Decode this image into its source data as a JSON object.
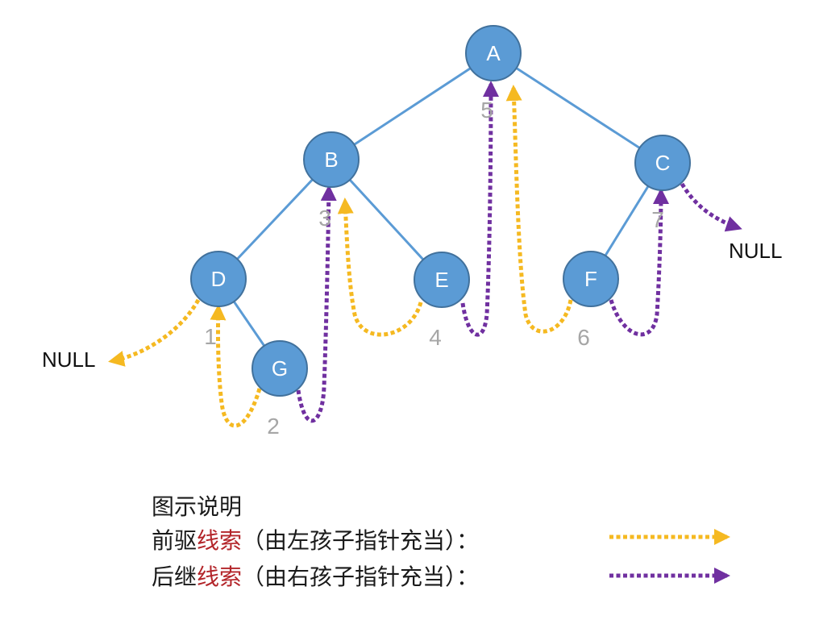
{
  "tree": {
    "edge_color": "#5b9bd5",
    "node_fill": "#5b9bd5",
    "node_stroke": "#41719c",
    "nodes": [
      {
        "id": "A",
        "label": "A"
      },
      {
        "id": "B",
        "label": "B"
      },
      {
        "id": "C",
        "label": "C"
      },
      {
        "id": "D",
        "label": "D"
      },
      {
        "id": "E",
        "label": "E"
      },
      {
        "id": "F",
        "label": "F"
      },
      {
        "id": "G",
        "label": "G"
      }
    ],
    "edges": [
      [
        "A",
        "B"
      ],
      [
        "A",
        "C"
      ],
      [
        "B",
        "D"
      ],
      [
        "B",
        "E"
      ],
      [
        "C",
        "F"
      ],
      [
        "D",
        "G"
      ]
    ]
  },
  "threads": {
    "predecessor_color": "#f5b921",
    "successor_color": "#7030a0",
    "sequence_numbers": [
      "1",
      "2",
      "3",
      "4",
      "5",
      "6",
      "7"
    ],
    "null_left": "NULL",
    "null_right": "NULL"
  },
  "legend": {
    "title": "图示说明",
    "predecessor": {
      "prefix": "前驱",
      "emphasis": "线索",
      "suffix": "（由左孩子指针充当）："
    },
    "successor": {
      "prefix": "后继",
      "emphasis": "线索",
      "suffix": "（由右孩子指针充当）："
    }
  }
}
